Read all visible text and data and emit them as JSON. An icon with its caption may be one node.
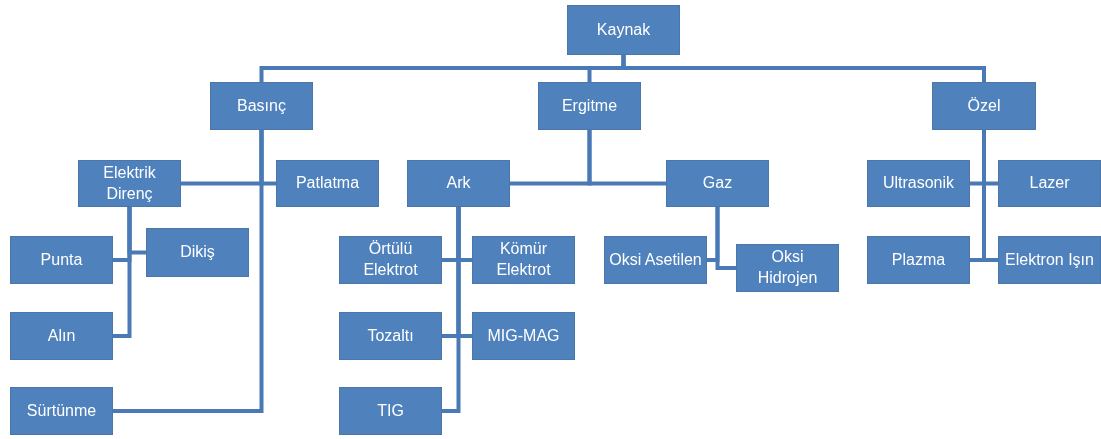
{
  "diagram": {
    "nodes": [
      {
        "text": [
          "Kaynak"
        ]
      },
      {
        "text": [
          "Basınç"
        ]
      },
      {
        "text": [
          "Ergitme"
        ]
      },
      {
        "text": [
          "Özel"
        ]
      },
      {
        "text": [
          "Elektrik Direnç"
        ]
      },
      {
        "text": [
          "Patlatma"
        ]
      },
      {
        "text": [
          "Ark"
        ]
      },
      {
        "text": [
          "Gaz"
        ]
      },
      {
        "text": [
          "Ultrasonik"
        ]
      },
      {
        "text": [
          "Lazer"
        ]
      },
      {
        "text": [
          "Punta"
        ]
      },
      {
        "text": [
          "Dikiş"
        ]
      },
      {
        "text": [
          "Alın"
        ]
      },
      {
        "text": [
          "Sürtünme"
        ]
      },
      {
        "text": [
          "Örtülü Elektrot"
        ]
      },
      {
        "text": [
          "Kömür Elektrot"
        ]
      },
      {
        "text": [
          "Tozaltı"
        ]
      },
      {
        "text": [
          "MIG-MAG"
        ]
      },
      {
        "text": [
          "TIG"
        ]
      },
      {
        "text": [
          "Oksi Asetilen"
        ]
      },
      {
        "text": [
          "Oksi Hidrojen"
        ]
      },
      {
        "text": [
          "Plazma"
        ]
      },
      {
        "text": [
          "Elektron Işın"
        ]
      }
    ],
    "edges": [
      {
        "from": 0,
        "to": 1,
        "arrow": "none"
      },
      {
        "from": 0,
        "to": 2,
        "arrow": "none"
      },
      {
        "from": 0,
        "to": 3,
        "arrow": "none"
      },
      {
        "from": 1,
        "to": 4,
        "arrow": "none"
      },
      {
        "from": 1,
        "to": 5,
        "arrow": "none"
      },
      {
        "from": 1,
        "to": 13,
        "arrow": "none"
      },
      {
        "from": 4,
        "to": 10,
        "arrow": "none"
      },
      {
        "from": 4,
        "to": 11,
        "arrow": "none"
      },
      {
        "from": 4,
        "to": 12,
        "arrow": "none"
      },
      {
        "from": 2,
        "to": 6,
        "arrow": "none"
      },
      {
        "from": 2,
        "to": 7,
        "arrow": "none"
      },
      {
        "from": 6,
        "to": 14,
        "arrow": "none"
      },
      {
        "from": 6,
        "to": 15,
        "arrow": "none"
      },
      {
        "from": 6,
        "to": 16,
        "arrow": "none"
      },
      {
        "from": 6,
        "to": 17,
        "arrow": "none"
      },
      {
        "from": 6,
        "to": 18,
        "arrow": "none"
      },
      {
        "from": 7,
        "to": 19,
        "arrow": "none"
      },
      {
        "from": 7,
        "to": 20,
        "arrow": "none"
      },
      {
        "from": 3,
        "to": 8,
        "arrow": "none"
      },
      {
        "from": 3,
        "to": 9,
        "arrow": "none"
      },
      {
        "from": 3,
        "to": 21,
        "arrow": "none"
      },
      {
        "from": 3,
        "to": 22,
        "arrow": "none"
      }
    ]
  }
}
